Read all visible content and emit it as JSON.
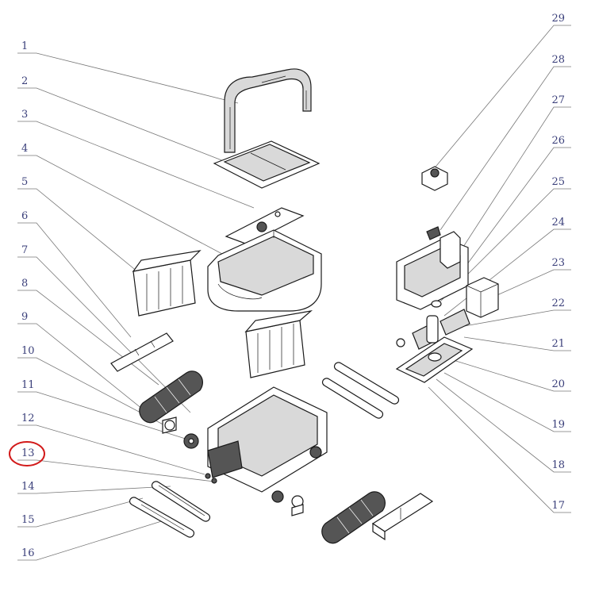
{
  "labels": {
    "left": [
      "1",
      "2",
      "3",
      "4",
      "5",
      "6",
      "7",
      "8",
      "9",
      "10",
      "11",
      "12",
      "13",
      "14",
      "15",
      "16"
    ],
    "right": [
      "29",
      "28",
      "27",
      "26",
      "25",
      "24",
      "23",
      "22",
      "21",
      "20",
      "19",
      "18",
      "17"
    ]
  },
  "highlighted_label": "13",
  "colors": {
    "label": "#3a3f7a",
    "highlight": "#d21a1a",
    "leader": "#777777"
  }
}
